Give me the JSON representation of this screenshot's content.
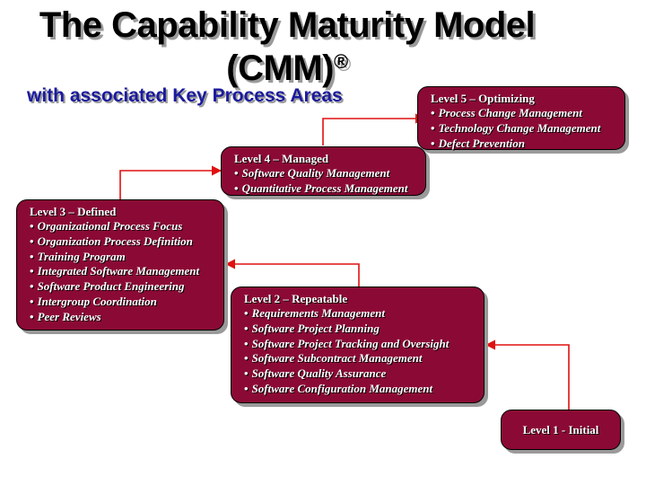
{
  "title": {
    "line1": "The Capability Maturity Model",
    "line2": "(CMM)",
    "mark": "®",
    "subtitle": "with associated Key Process Areas"
  },
  "levels": [
    {
      "label": "Level 1 - Initial",
      "kpas": []
    },
    {
      "label": "Level 2 – Repeatable",
      "kpas": [
        "Requirements Management",
        "Software Project Planning",
        "Software Project Tracking and Oversight",
        "Software Subcontract Management",
        "Software Quality Assurance",
        "Software Configuration Management"
      ]
    },
    {
      "label": "Level 3 – Defined",
      "kpas": [
        "Organizational Process Focus",
        "Organization Process Definition",
        "Training Program",
        "Integrated Software Management",
        "Software Product Engineering",
        "Intergroup Coordination",
        "Peer Reviews"
      ]
    },
    {
      "label": "Level 4 – Managed",
      "kpas": [
        "Software Quality Management",
        "Quantitative Process Management"
      ]
    },
    {
      "label": "Level 5 – Optimizing",
      "kpas": [
        "Process Change Management",
        "Technology Change Management",
        "Defect Prevention"
      ]
    }
  ],
  "colors": {
    "box": "#8b0a35",
    "arrow": "#e01010",
    "subtitle": "#1a1a9e"
  }
}
